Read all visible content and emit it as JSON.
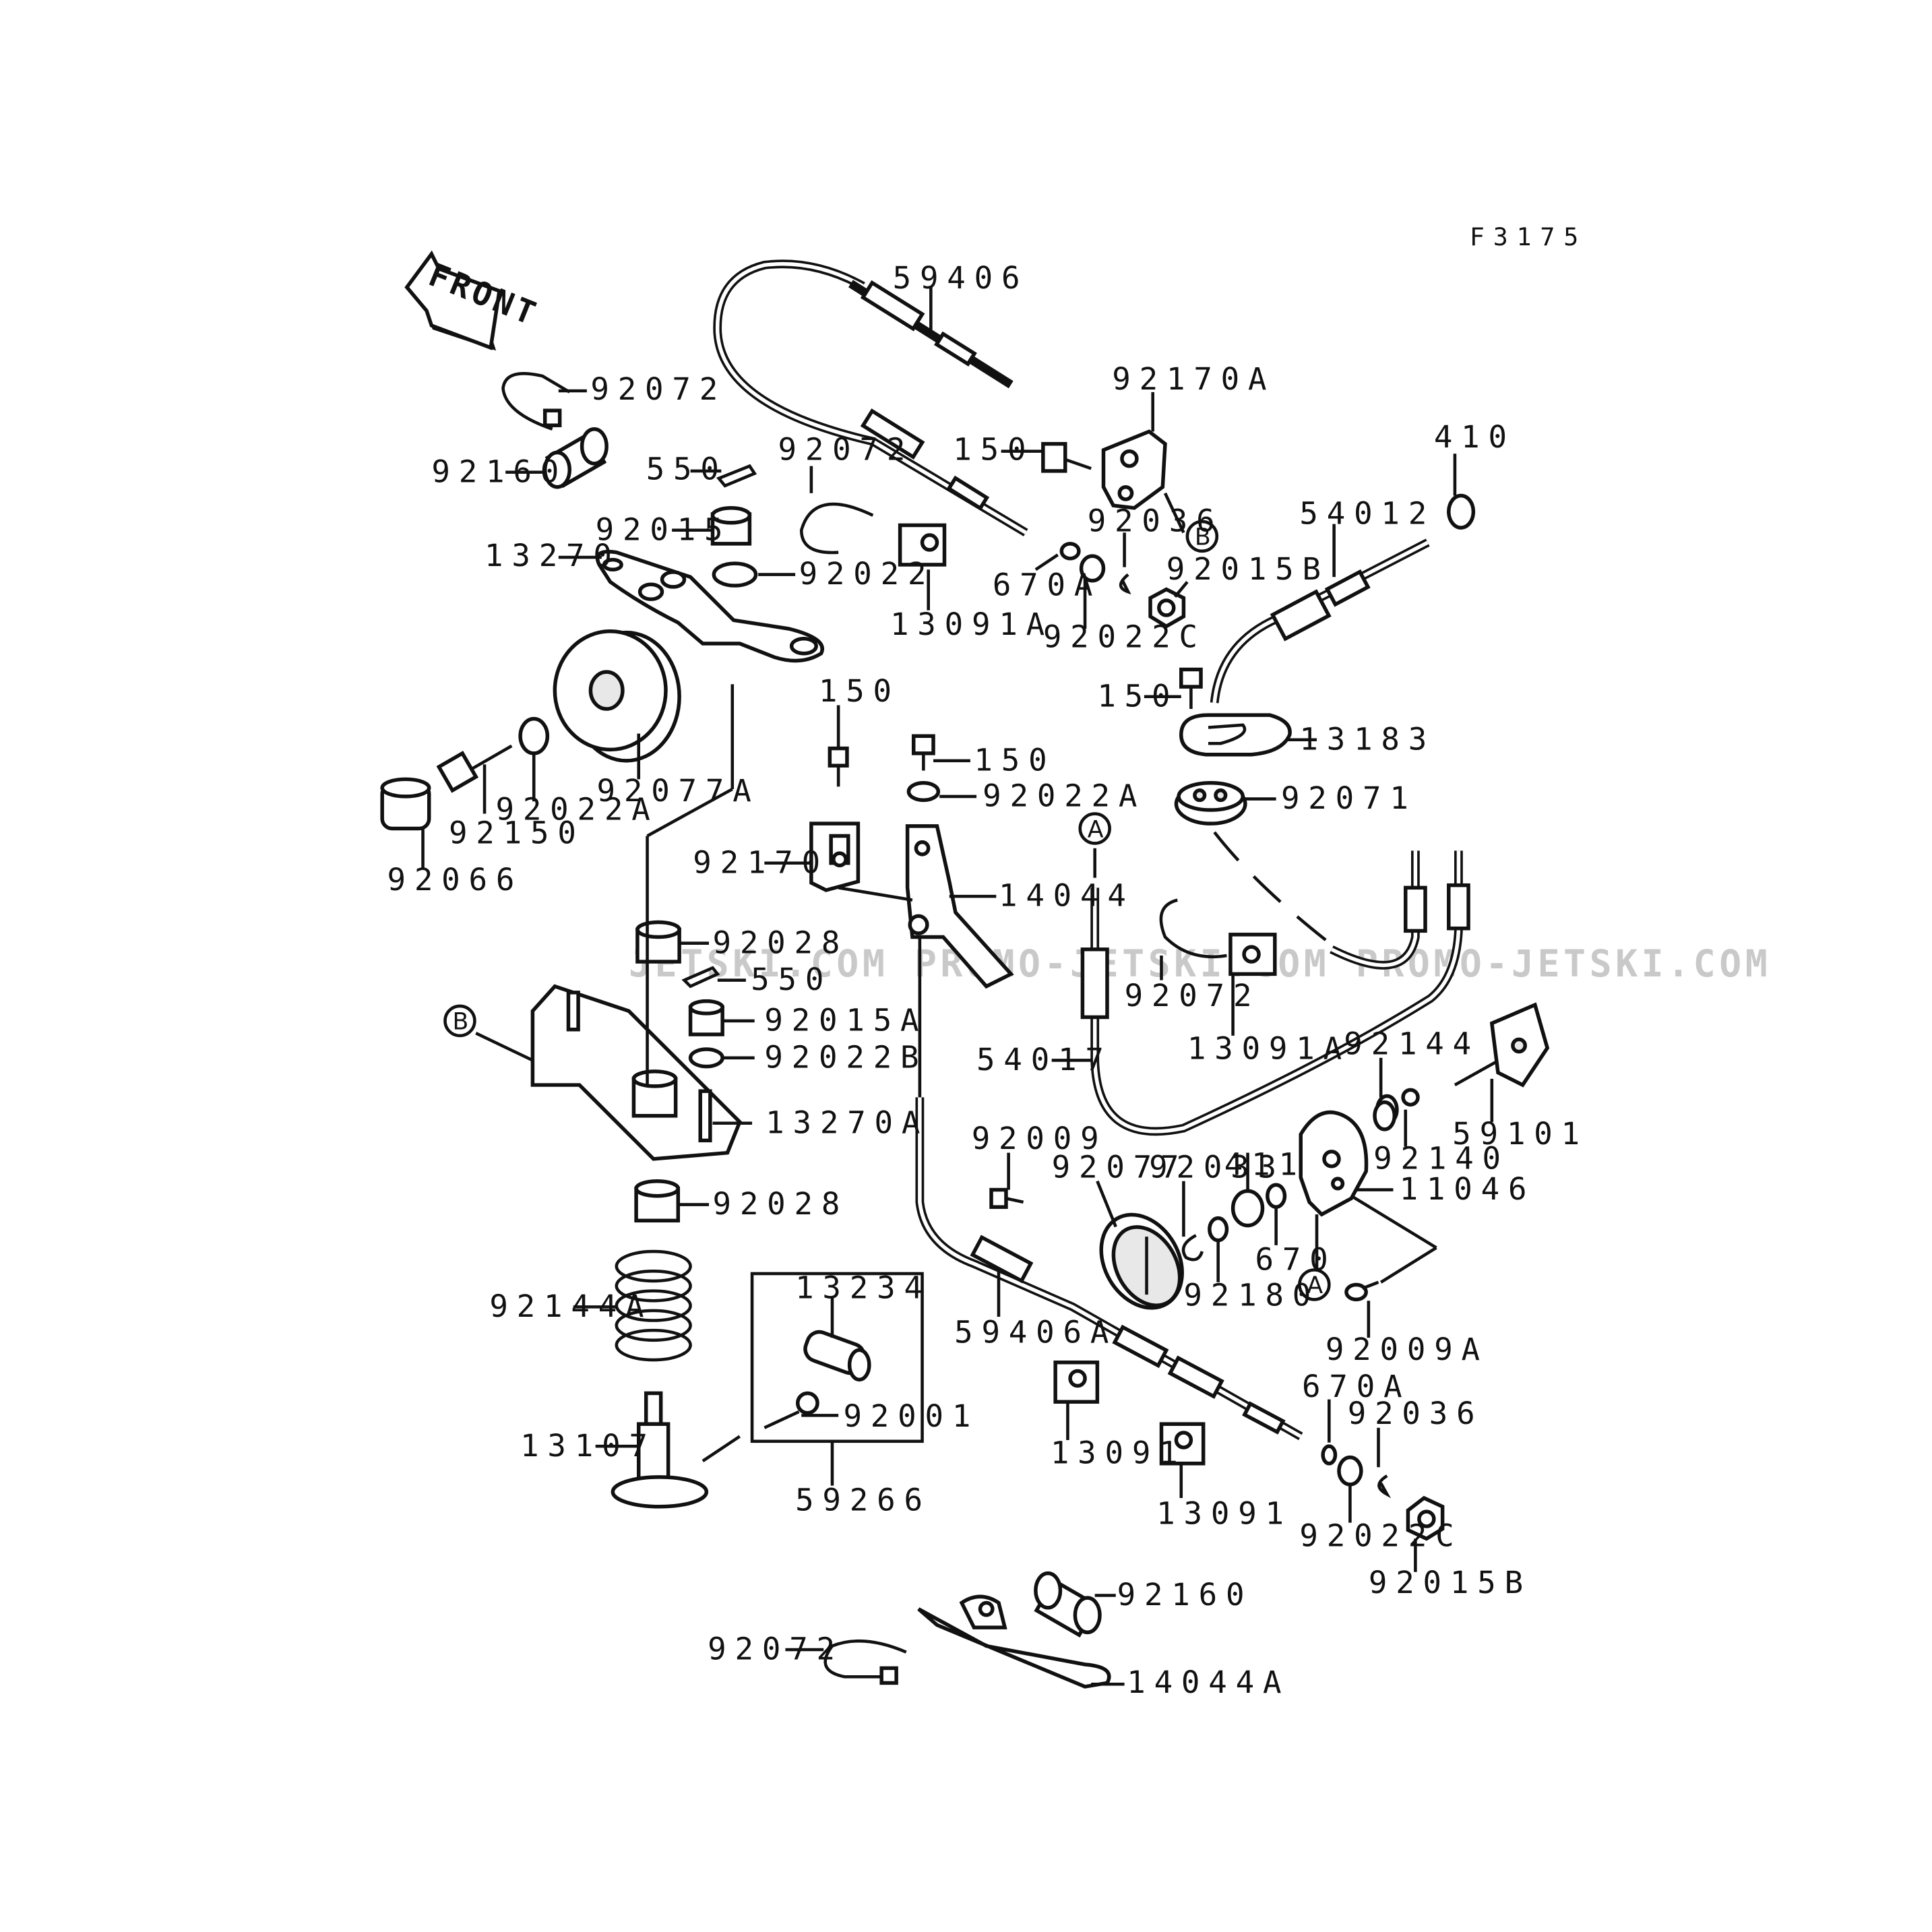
{
  "figure_code": "F3175",
  "front_label": "FRONT",
  "watermark": "JETSKI.COM  PROMO-JETSKI.COM  PROMO-JETSKI.COM",
  "callouts": {
    "a": "A",
    "b": "B"
  },
  "parts": {
    "p92072_top": "92072",
    "p92160_top": "92160",
    "p550_top": "550",
    "p92072_mid": "92072",
    "p92015": "92015",
    "p13270": "13270",
    "p92022": "92022",
    "p13091a_top": "13091A",
    "p59406": "59406",
    "p92170a": "92170A",
    "p150_top": "150",
    "p92036_top": "92036",
    "p670a_top": "670A",
    "p92022c_top": "92022C",
    "p92015b_top": "92015B",
    "p410": "410",
    "p54012": "54012",
    "p92077a": "92077A",
    "p92022a_left": "92022A",
    "p92150": "92150",
    "p92066": "92066",
    "p150_mid": "150",
    "p150_bracket": "150",
    "p92022a_mid": "92022A",
    "p150_right": "150",
    "p13183": "13183",
    "p92071": "92071",
    "p92170": "92170",
    "p14044": "14044",
    "p92028_top": "92028",
    "p550_mid": "550",
    "p92015a": "92015A",
    "p92022b": "92022B",
    "p13270a": "13270A",
    "p92028_bot": "92028",
    "p92072_right": "92072",
    "p13091a_right": "13091A",
    "p54017": "54017",
    "p92144": "92144",
    "p92140": "92140",
    "p59101": "59101",
    "p92009": "92009",
    "p92077": "92077",
    "p92033": "92033",
    "p411": "411",
    "p11046": "11046",
    "p670": "670",
    "p92180": "92180",
    "p92009a": "92009A",
    "p92144a": "92144A",
    "p13234": "13234",
    "p92001": "92001",
    "p59266": "59266",
    "p13107": "13107",
    "p59406a": "59406A",
    "p13091_a": "13091",
    "p13091_b": "13091",
    "p670a_bot": "670A",
    "p92036_bot": "92036",
    "p92022c_bot": "92022C",
    "p92015b_bot": "92015B",
    "p92160_bot": "92160",
    "p92072_bot": "92072",
    "p14044a": "14044A"
  }
}
